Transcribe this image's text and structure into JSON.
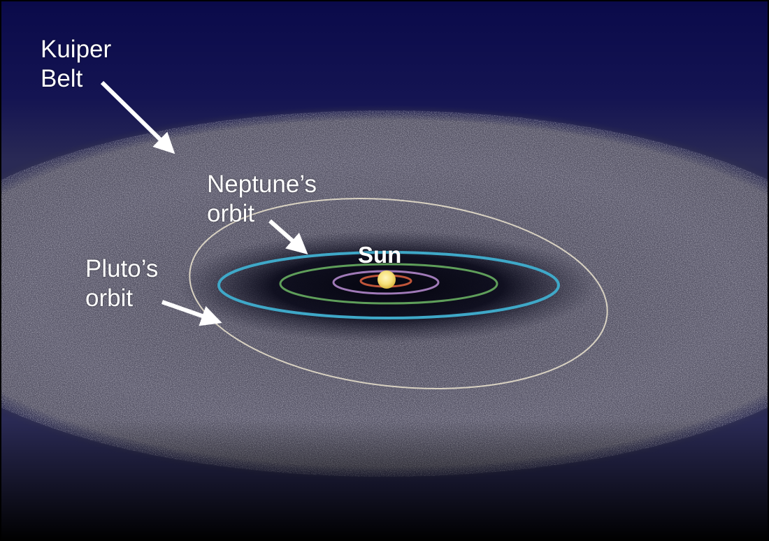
{
  "labels": {
    "kuiper_line1": "Kuiper",
    "kuiper_line2": "Belt",
    "neptune_line1": "Neptune’s",
    "neptune_line2": "orbit",
    "pluto_line1": "Pluto’s",
    "pluto_line2": "orbit",
    "sun": "Sun"
  },
  "colors": {
    "sky_top": "#0b0b4a",
    "belt_gray": "#7f7d8e",
    "neptune_orbit": "#3fa8c8",
    "pluto_orbit": "#d9d2c2",
    "green_orbit": "#5f9e5a",
    "purple_orbit": "#a07ab8",
    "red_orbit": "#c0553a",
    "sun": "#f6e07a",
    "arrow": "#ffffff"
  }
}
